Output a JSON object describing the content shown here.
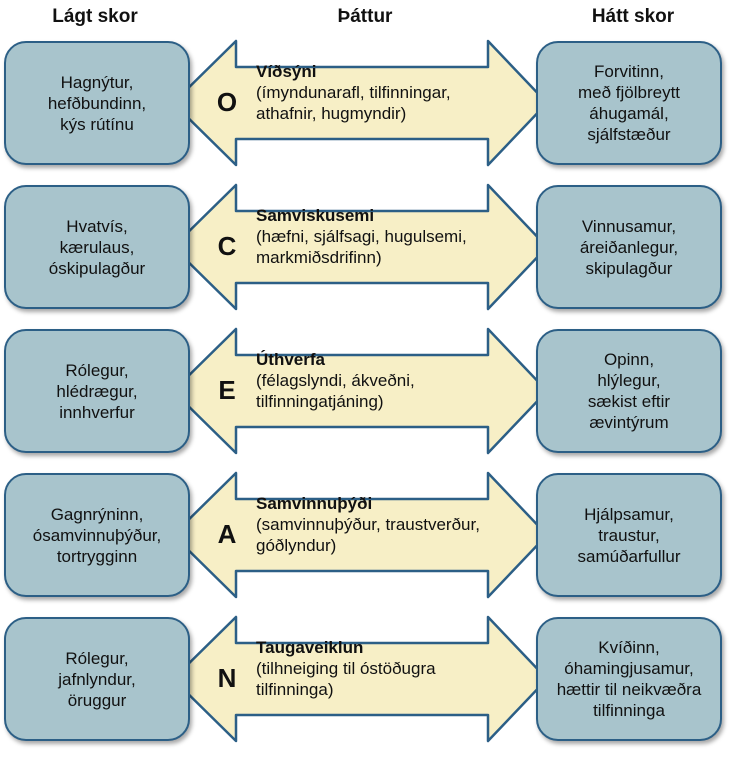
{
  "headers": {
    "low": "Lágt skor",
    "factor": "Þáttur",
    "high": "Hátt skor"
  },
  "colors": {
    "box_fill": "#a8c4cc",
    "box_border": "#2c5f86",
    "arrow_fill": "#f7efc6",
    "arrow_border": "#2c5f86"
  },
  "rows": [
    {
      "letter": "O",
      "name": "Víðsýni",
      "desc": "(ímyndunarafl, tilfinningar,\nathafnir, hugmyndir)",
      "low": "Hagnýtur,\nhefðbundinn,\nkýs rútínu",
      "high": "Forvitinn,\nmeð fjölbreytt\náhugamál,\nsjálfstæður"
    },
    {
      "letter": "C",
      "name": "Samviskusemi",
      "desc": "(hæfni, sjálfsagi, hugulsemi,\nmarkmiðsdrifinn)",
      "low": "Hvatvís,\nkærulaus,\nóskipulagður",
      "high": "Vinnusamur,\náreiðanlegur,\nskipulagður"
    },
    {
      "letter": "E",
      "name": "Úthverfa",
      "desc": "(félagslyndi, ákveðni,\ntilfinningatjáning)",
      "low": "Rólegur,\nhlédrægur,\ninnhverfur",
      "high": "Opinn,\nhlýlegur,\nsækist eftir\nævintýrum"
    },
    {
      "letter": "A",
      "name": "Samvinnuþýði",
      "desc": "(samvinnuþýður, traustverður,\ngóðlyndur)",
      "low": "Gagnrýninn,\nósamvinnuþýður,\ntortrygginn",
      "high": "Hjálpsamur,\ntraustur,\nsamúðarfullur"
    },
    {
      "letter": "N",
      "name": "Taugaveiklun",
      "desc": "(tilhneiging til óstöðugra\ntilfinninga)",
      "low": "Rólegur,\njafnlyndur,\nöruggur",
      "high": "Kvíðinn,\nóhamingjusamur,\nhættir til neikvæðra\ntilfinninga"
    }
  ]
}
